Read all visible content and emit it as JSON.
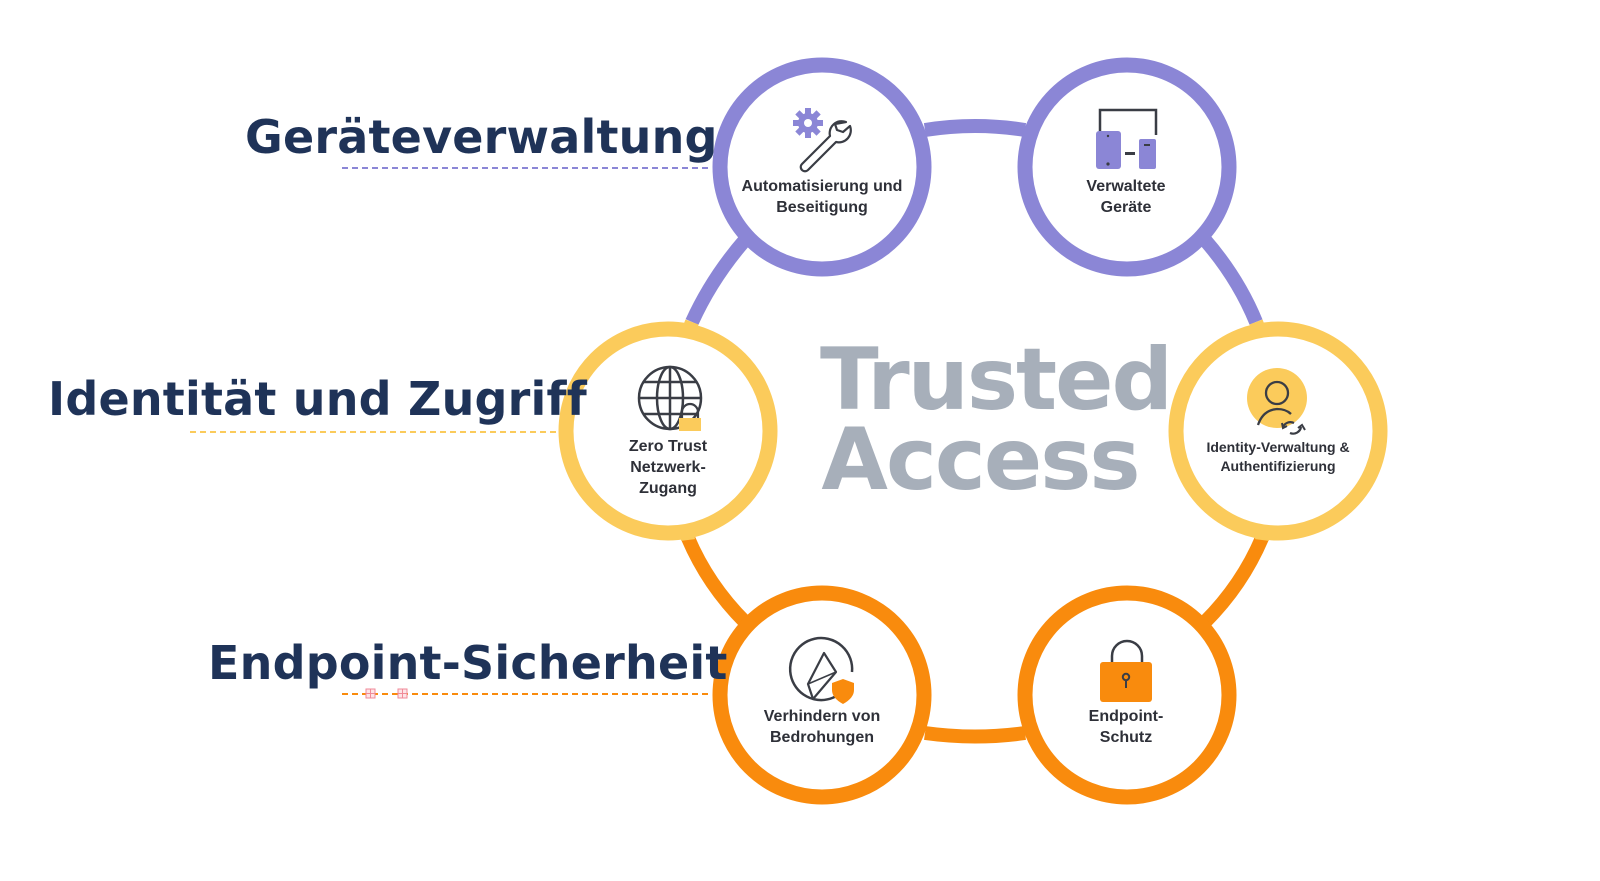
{
  "center": {
    "title_line1": "Trusted",
    "title_line2": "Access",
    "color": "#a7afba"
  },
  "categories": [
    {
      "label": "Geräteverwaltung",
      "color": "#8b86d6",
      "line_style": "dashed"
    },
    {
      "label": "Identität und Zugriff",
      "color": "#fbcb5b",
      "line_style": "dashed"
    },
    {
      "label": "Endpoint-Sicherheit",
      "color": "#f98b0d",
      "line_style": "dashed"
    }
  ],
  "nodes": [
    {
      "id": "automation",
      "line1": "Automatisierung und",
      "line2": "Beseitigung",
      "icon": "gear-wrench-icon",
      "category": "Geräteverwaltung",
      "color": "#8b86d6"
    },
    {
      "id": "managed-devices",
      "line1": "Verwaltete",
      "line2": "Geräte",
      "icon": "devices-icon",
      "category": "Geräteverwaltung",
      "color": "#8b86d6"
    },
    {
      "id": "ztna",
      "line1": "Zero Trust",
      "line2": "Netzwerk-",
      "line3": "Zugang",
      "icon": "globe-lock-icon",
      "category": "Identität und Zugriff",
      "color": "#fbcb5b"
    },
    {
      "id": "identity",
      "line1": "Identity-Verwaltung &",
      "line2": "Authentifizierung",
      "icon": "user-sync-icon",
      "category": "Identität und Zugriff",
      "color": "#fbcb5b"
    },
    {
      "id": "threat-prevention",
      "line1": "Verhindern von",
      "line2": "Bedrohungen",
      "icon": "compass-shield-icon",
      "category": "Endpoint-Sicherheit",
      "color": "#f98b0d"
    },
    {
      "id": "endpoint-protection",
      "line1": "Endpoint-",
      "line2": "Schutz",
      "icon": "padlock-icon",
      "category": "Endpoint-Sicherheit",
      "color": "#f98b0d"
    }
  ],
  "colors": {
    "text_dark": "#1f3358",
    "node_text": "#2e3038",
    "icon_stroke": "#3a3d45",
    "purple": "#8b86d6",
    "yellow": "#fbcb5b",
    "orange": "#f98b0d"
  }
}
